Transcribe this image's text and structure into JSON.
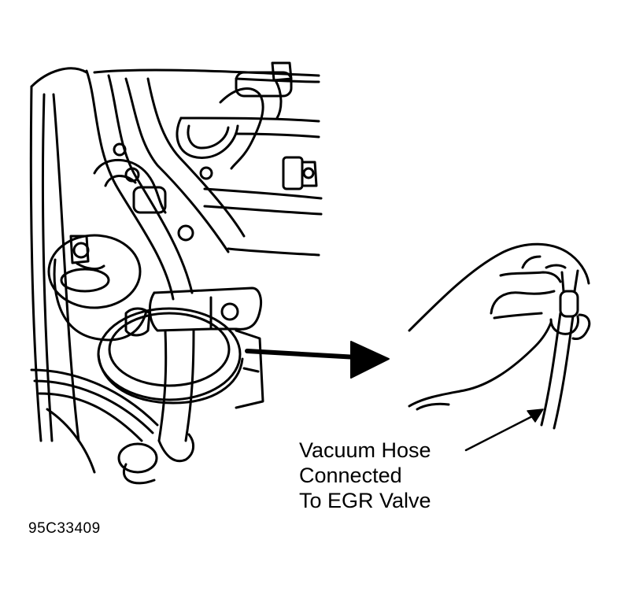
{
  "callout": {
    "line1": "Vacuum Hose",
    "line2": "Connected",
    "line3": "To EGR Valve"
  },
  "figure_id": "95C33409",
  "colors": {
    "ink": "#000000",
    "paper": "#ffffff"
  }
}
